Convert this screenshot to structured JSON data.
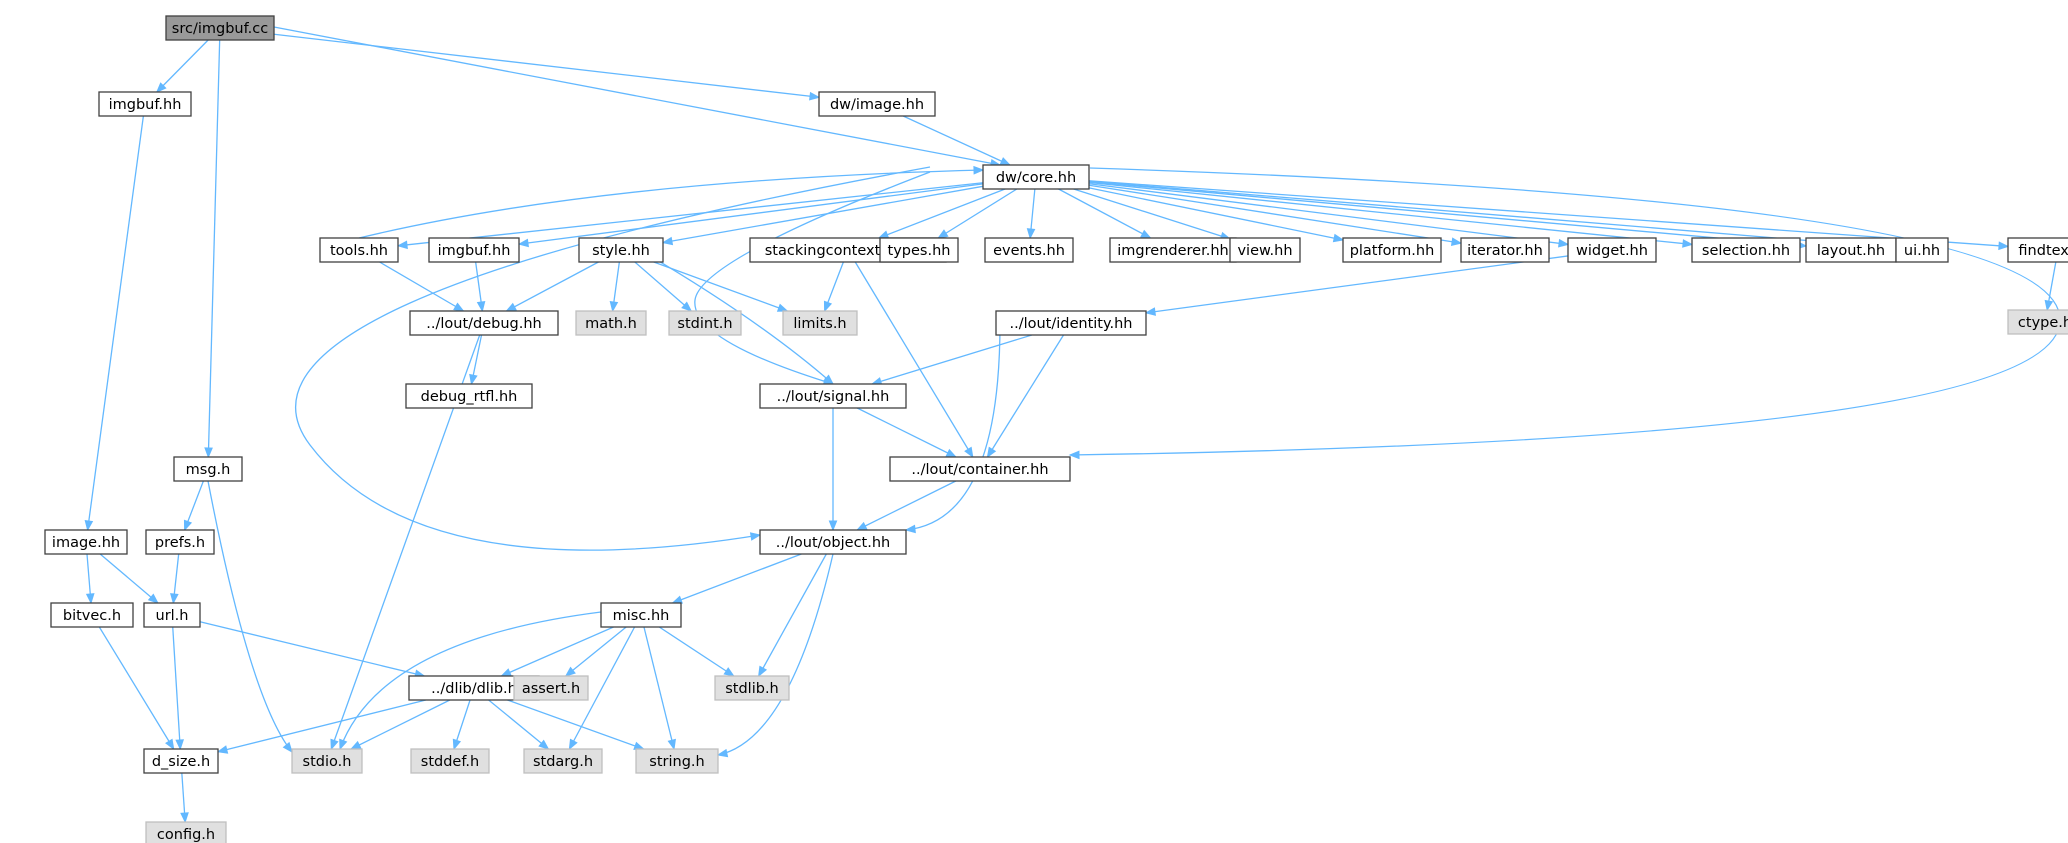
{
  "colors": {
    "edge": "#63b8ff",
    "node_border": "#404040",
    "node_fill": "#ffffff",
    "root_fill": "#999999",
    "system_fill": "#e0e0e0",
    "system_border": "#bfbfbf",
    "text": "#000000"
  },
  "nodes": [
    {
      "id": "root",
      "label": "src/imgbuf.cc",
      "kind": "root"
    },
    {
      "id": "imgbuf_hh_top",
      "label": "imgbuf.hh",
      "kind": "file"
    },
    {
      "id": "dw_image",
      "label": "dw/image.hh",
      "kind": "file"
    },
    {
      "id": "dw_core",
      "label": "dw/core.hh",
      "kind": "file"
    },
    {
      "id": "tools",
      "label": "tools.hh",
      "kind": "file"
    },
    {
      "id": "imgbuf_hh2",
      "label": "imgbuf.hh",
      "kind": "file"
    },
    {
      "id": "style",
      "label": "style.hh",
      "kind": "file"
    },
    {
      "id": "stacking",
      "label": "stackingcontextmgr.hh",
      "kind": "file"
    },
    {
      "id": "types",
      "label": "types.hh",
      "kind": "file"
    },
    {
      "id": "events",
      "label": "events.hh",
      "kind": "file"
    },
    {
      "id": "imgrenderer",
      "label": "imgrenderer.hh",
      "kind": "file"
    },
    {
      "id": "view",
      "label": "view.hh",
      "kind": "file"
    },
    {
      "id": "platform",
      "label": "platform.hh",
      "kind": "file"
    },
    {
      "id": "iterator",
      "label": "iterator.hh",
      "kind": "file"
    },
    {
      "id": "widget",
      "label": "widget.hh",
      "kind": "file"
    },
    {
      "id": "selection",
      "label": "selection.hh",
      "kind": "file"
    },
    {
      "id": "layout",
      "label": "layout.hh",
      "kind": "file"
    },
    {
      "id": "ui",
      "label": "ui.hh",
      "kind": "file"
    },
    {
      "id": "findtext",
      "label": "findtext.hh",
      "kind": "file"
    },
    {
      "id": "ctype",
      "label": "ctype.h",
      "kind": "system"
    },
    {
      "id": "lout_debug",
      "label": "../lout/debug.hh",
      "kind": "file"
    },
    {
      "id": "math",
      "label": "math.h",
      "kind": "system"
    },
    {
      "id": "stdint",
      "label": "stdint.h",
      "kind": "system"
    },
    {
      "id": "limits",
      "label": "limits.h",
      "kind": "system"
    },
    {
      "id": "lout_identity",
      "label": "../lout/identity.hh",
      "kind": "file"
    },
    {
      "id": "debug_rtfl",
      "label": "debug_rtfl.hh",
      "kind": "file"
    },
    {
      "id": "lout_signal",
      "label": "../lout/signal.hh",
      "kind": "file"
    },
    {
      "id": "lout_container",
      "label": "../lout/container.hh",
      "kind": "file"
    },
    {
      "id": "msg",
      "label": "msg.h",
      "kind": "file"
    },
    {
      "id": "prefs",
      "label": "prefs.h",
      "kind": "file"
    },
    {
      "id": "image_hh",
      "label": "image.hh",
      "kind": "file"
    },
    {
      "id": "lout_object",
      "label": "../lout/object.hh",
      "kind": "file"
    },
    {
      "id": "bitvec",
      "label": "bitvec.h",
      "kind": "file"
    },
    {
      "id": "url",
      "label": "url.h",
      "kind": "file"
    },
    {
      "id": "misc",
      "label": "misc.hh",
      "kind": "file"
    },
    {
      "id": "dlib",
      "label": "../dlib/dlib.h",
      "kind": "file"
    },
    {
      "id": "assert",
      "label": "assert.h",
      "kind": "system"
    },
    {
      "id": "stdlib",
      "label": "stdlib.h",
      "kind": "system"
    },
    {
      "id": "d_size",
      "label": "d_size.h",
      "kind": "file"
    },
    {
      "id": "stdio",
      "label": "stdio.h",
      "kind": "system"
    },
    {
      "id": "stddef",
      "label": "stddef.h",
      "kind": "system"
    },
    {
      "id": "stdarg",
      "label": "stdarg.h",
      "kind": "system"
    },
    {
      "id": "string",
      "label": "string.h",
      "kind": "system"
    },
    {
      "id": "config",
      "label": "config.h",
      "kind": "system"
    }
  ],
  "edges": [
    {
      "from": "root",
      "to": "imgbuf_hh_top"
    },
    {
      "from": "root",
      "to": "msg"
    },
    {
      "from": "root",
      "to": "dw_image"
    },
    {
      "from": "root",
      "to": "dw_core"
    },
    {
      "from": "imgbuf_hh_top",
      "to": "image_hh"
    },
    {
      "from": "dw_image",
      "to": "dw_core"
    },
    {
      "from": "dw_core",
      "to": "tools"
    },
    {
      "from": "dw_core",
      "to": "imgbuf_hh2"
    },
    {
      "from": "dw_core",
      "to": "style"
    },
    {
      "from": "dw_core",
      "to": "stacking"
    },
    {
      "from": "dw_core",
      "to": "types"
    },
    {
      "from": "dw_core",
      "to": "events"
    },
    {
      "from": "dw_core",
      "to": "imgrenderer"
    },
    {
      "from": "dw_core",
      "to": "view"
    },
    {
      "from": "dw_core",
      "to": "platform"
    },
    {
      "from": "dw_core",
      "to": "iterator"
    },
    {
      "from": "dw_core",
      "to": "widget"
    },
    {
      "from": "dw_core",
      "to": "selection"
    },
    {
      "from": "dw_core",
      "to": "layout"
    },
    {
      "from": "dw_core",
      "to": "ui"
    },
    {
      "from": "dw_core",
      "to": "findtext"
    },
    {
      "from": "dw_core",
      "to": "lout_signal"
    },
    {
      "from": "dw_core",
      "to": "lout_object"
    },
    {
      "from": "dw_core",
      "to": "lout_container"
    },
    {
      "from": "tools",
      "to": "dw_core"
    },
    {
      "from": "tools",
      "to": "lout_debug"
    },
    {
      "from": "imgbuf_hh2",
      "to": "lout_debug"
    },
    {
      "from": "style",
      "to": "lout_debug"
    },
    {
      "from": "style",
      "to": "math"
    },
    {
      "from": "style",
      "to": "stdint"
    },
    {
      "from": "style",
      "to": "limits"
    },
    {
      "from": "style",
      "to": "lout_signal"
    },
    {
      "from": "stacking",
      "to": "limits"
    },
    {
      "from": "stacking",
      "to": "lout_container"
    },
    {
      "from": "findtext",
      "to": "ctype"
    },
    {
      "from": "widget",
      "to": "lout_identity"
    },
    {
      "from": "lout_debug",
      "to": "debug_rtfl"
    },
    {
      "from": "lout_debug",
      "to": "stdio"
    },
    {
      "from": "lout_identity",
      "to": "lout_signal"
    },
    {
      "from": "lout_identity",
      "to": "lout_container"
    },
    {
      "from": "lout_identity",
      "to": "lout_object"
    },
    {
      "from": "lout_signal",
      "to": "lout_container"
    },
    {
      "from": "lout_signal",
      "to": "lout_object"
    },
    {
      "from": "lout_container",
      "to": "lout_object"
    },
    {
      "from": "msg",
      "to": "prefs"
    },
    {
      "from": "msg",
      "to": "stdio"
    },
    {
      "from": "prefs",
      "to": "url"
    },
    {
      "from": "image_hh",
      "to": "bitvec"
    },
    {
      "from": "image_hh",
      "to": "url"
    },
    {
      "from": "bitvec",
      "to": "d_size"
    },
    {
      "from": "url",
      "to": "d_size"
    },
    {
      "from": "url",
      "to": "dlib"
    },
    {
      "from": "lout_object",
      "to": "misc"
    },
    {
      "from": "lout_object",
      "to": "stdlib"
    },
    {
      "from": "lout_object",
      "to": "string"
    },
    {
      "from": "misc",
      "to": "dlib"
    },
    {
      "from": "misc",
      "to": "assert"
    },
    {
      "from": "misc",
      "to": "stdlib"
    },
    {
      "from": "misc",
      "to": "stdio"
    },
    {
      "from": "misc",
      "to": "stdarg"
    },
    {
      "from": "misc",
      "to": "string"
    },
    {
      "from": "dlib",
      "to": "d_size"
    },
    {
      "from": "dlib",
      "to": "stdio"
    },
    {
      "from": "dlib",
      "to": "stddef"
    },
    {
      "from": "dlib",
      "to": "stdarg"
    },
    {
      "from": "dlib",
      "to": "string"
    },
    {
      "from": "d_size",
      "to": "config"
    }
  ]
}
